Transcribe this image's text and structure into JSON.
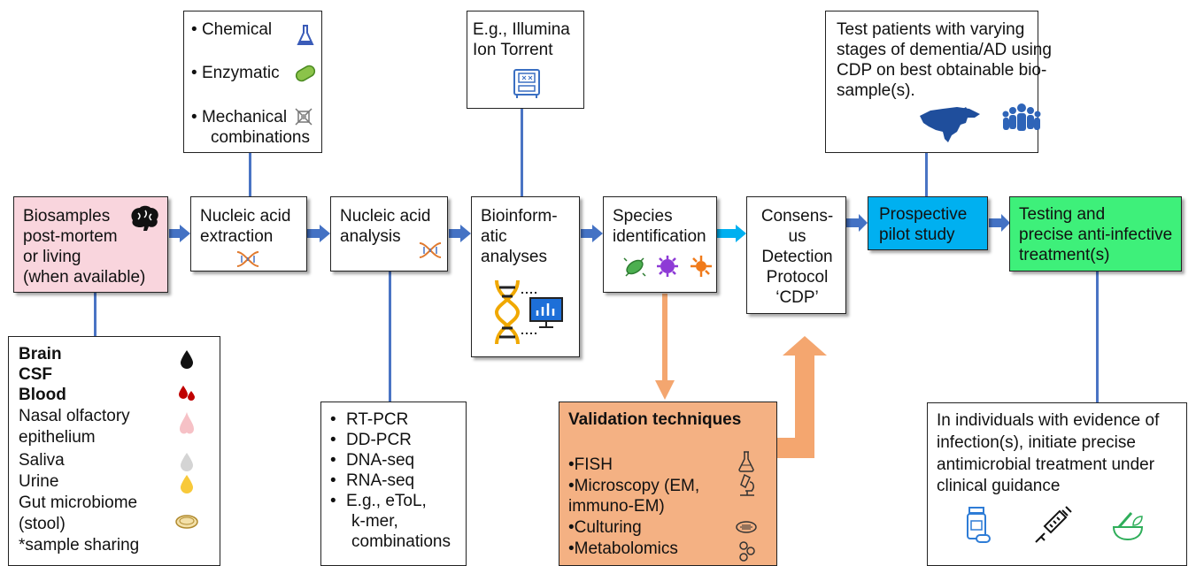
{
  "extraction_methods": {
    "items": [
      "Chemical",
      "Enzymatic",
      "Mechanical",
      "combinations"
    ]
  },
  "sequencers": {
    "line1": "E.g., Illumina",
    "line2": "Ion Torrent"
  },
  "test_patients": {
    "lines": [
      "Test patients with varying",
      "stages of dementia/AD using",
      "CDP on best obtainable bio-",
      "sample(s)."
    ]
  },
  "biosamples": {
    "lines": [
      "Biosamples",
      "post-mortem",
      "or living",
      "(when available)"
    ]
  },
  "extraction": {
    "lines": [
      "Nucleic acid",
      "extraction"
    ]
  },
  "analysis": {
    "lines": [
      "Nucleic acid",
      "analysis"
    ]
  },
  "bioinformatic": {
    "lines": [
      "Bioinform-",
      "atic",
      "analyses"
    ]
  },
  "species": {
    "lines": [
      "Species",
      "identification"
    ]
  },
  "cdp": {
    "lines": [
      "Consens-",
      "us",
      "Detection",
      "Protocol",
      "‘CDP’"
    ]
  },
  "pilot": {
    "lines": [
      "Prospective",
      "pilot study"
    ]
  },
  "treatment": {
    "lines": [
      "Testing and",
      "precise anti-infective",
      "treatment(s)"
    ]
  },
  "sample_types": {
    "items": [
      {
        "label": "Brain",
        "bold": true
      },
      {
        "label": "CSF",
        "bold": true
      },
      {
        "label": "Blood",
        "bold": true
      },
      {
        "label": "Nasal olfactory",
        "bold": false
      },
      {
        "label": "epithelium",
        "bold": false
      },
      {
        "label": "Saliva",
        "bold": false
      },
      {
        "label": "Urine",
        "bold": false
      },
      {
        "label": "Gut microbiome",
        "bold": false
      },
      {
        "label": "(stool)",
        "bold": false
      },
      {
        "label": "*sample sharing",
        "bold": false
      }
    ]
  },
  "analysis_methods": {
    "items": [
      "RT-PCR",
      "DD-PCR",
      "DNA-seq",
      "RNA-seq",
      "E.g., eToL,",
      "k-mer,",
      "combinations"
    ]
  },
  "validation": {
    "title": "Validation techniques",
    "items": [
      "•FISH",
      "•Microscopy (EM,",
      "immuno-EM)",
      "•Culturing",
      "•Metabolomics"
    ]
  },
  "individuals": {
    "lines": [
      "In individuals with evidence of",
      "infection(s), initiate precise",
      "antimicrobial treatment under",
      "clinical guidance"
    ]
  },
  "colors": {
    "pink": "#f9d5dd",
    "blue": "#00b0f0",
    "green": "#3ef07a",
    "orange_fill": "#f4b183",
    "orange": "#f4a66f",
    "arrow_blue": "#4472c4",
    "line_blue": "#4a74c4"
  }
}
